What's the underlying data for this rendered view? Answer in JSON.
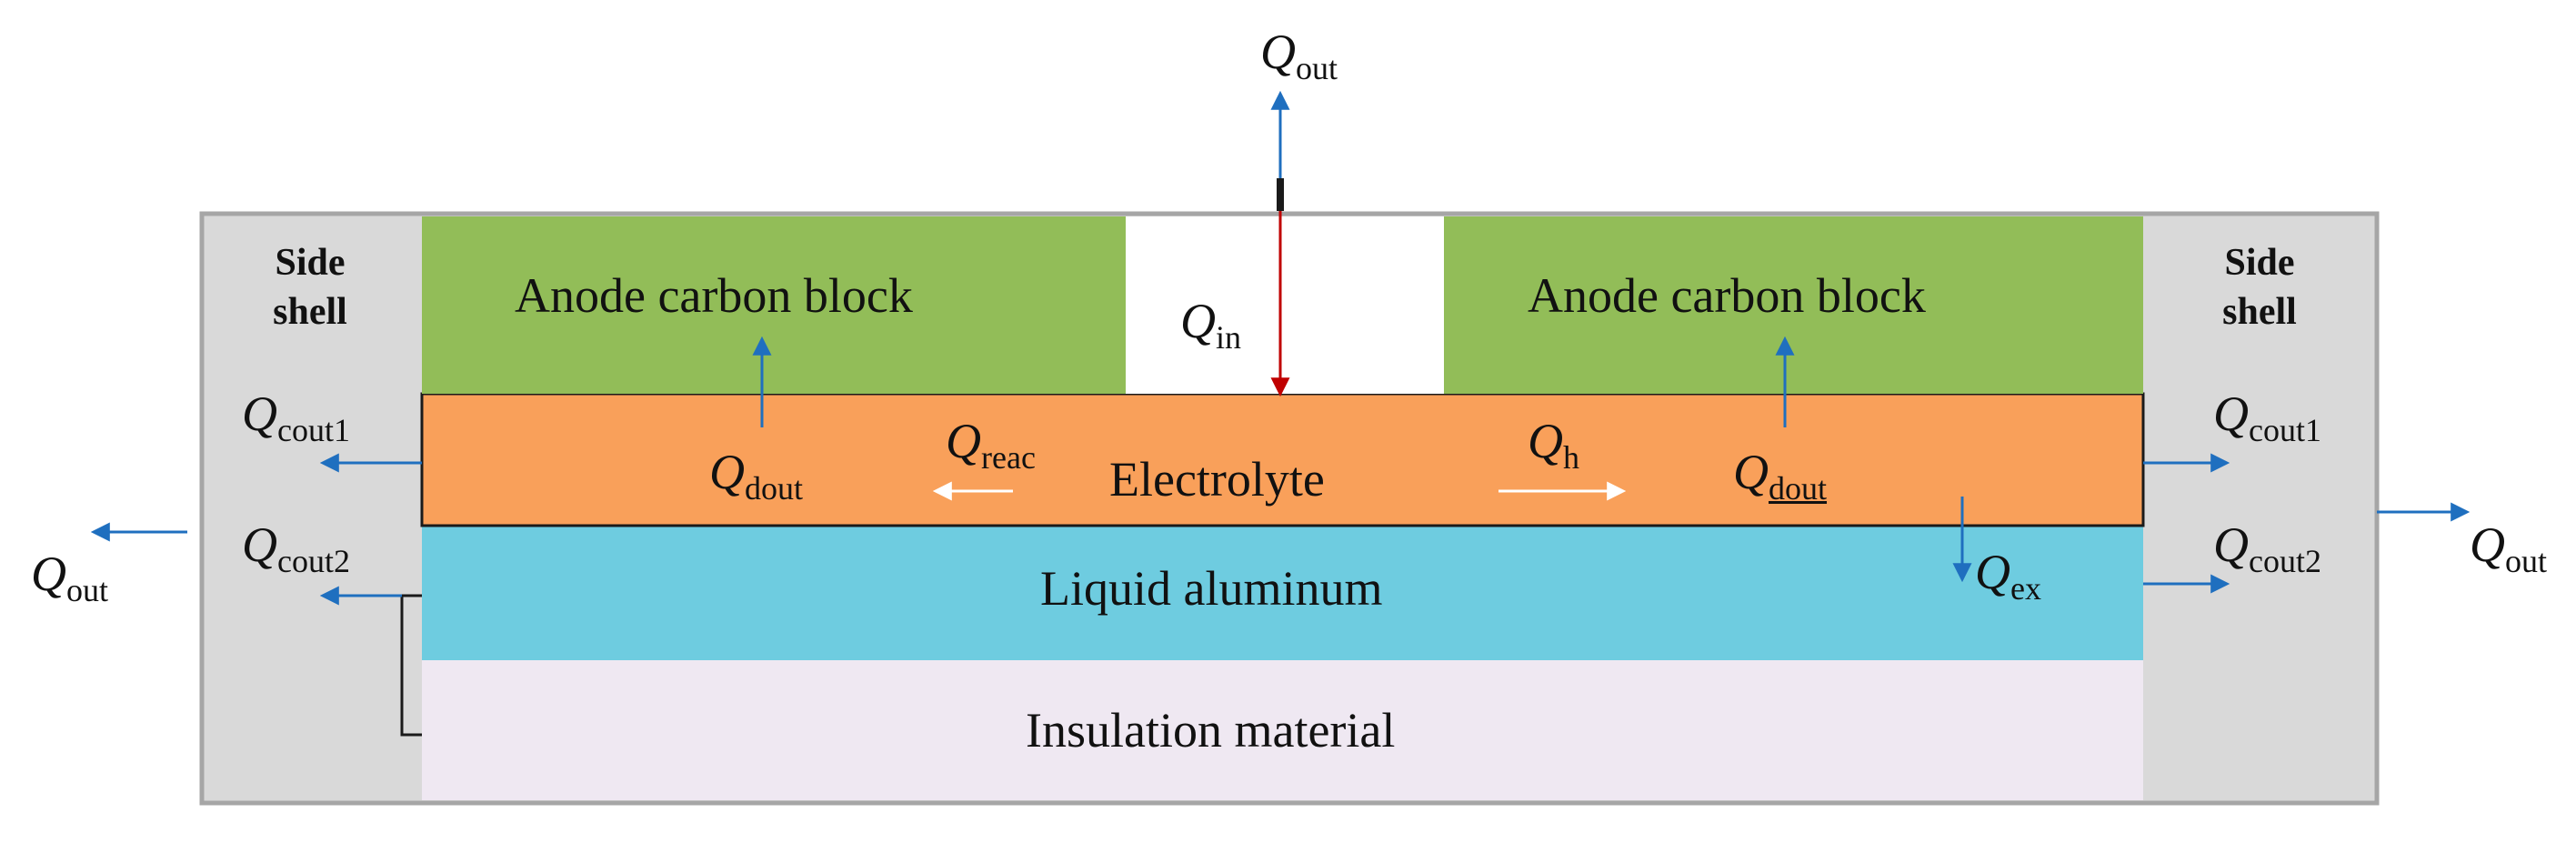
{
  "colors": {
    "outer_fill": "#d9d9d9",
    "outer_border": "#a6a6a6",
    "anode": "#92bd58",
    "electrolyte": "#f9a05a",
    "aluminum": "#6ecce0",
    "insulation": "#efe8f2",
    "gap": "#ffffff",
    "arrow_blue": "#1f6fbf",
    "arrow_red": "#c00000",
    "arrow_white": "#ffffff"
  },
  "regions": {
    "side_shell_left": {
      "line1": "Side",
      "line2": "shell"
    },
    "side_shell_right": {
      "line1": "Side",
      "line2": "shell"
    },
    "anode_left": "Anode carbon block",
    "anode_right": "Anode carbon block",
    "electrolyte": "Electrolyte",
    "aluminum": "Liquid aluminum",
    "insulation": "Insulation material"
  },
  "heat_flows": {
    "q_out_top": {
      "symbol": "Q",
      "sub": "out"
    },
    "q_in": {
      "symbol": "Q",
      "sub": "in"
    },
    "q_cout1_left": {
      "symbol": "Q",
      "sub": "cout1"
    },
    "q_cout2_left": {
      "symbol": "Q",
      "sub": "cout2"
    },
    "q_out_left": {
      "symbol": "Q",
      "sub": "out"
    },
    "q_dout_left": {
      "symbol": "Q",
      "sub": "dout"
    },
    "q_reac": {
      "symbol": "Q",
      "sub": "reac"
    },
    "q_h": {
      "symbol": "Q",
      "sub": "h"
    },
    "q_dout_right": {
      "symbol": "Q",
      "sub": "dout"
    },
    "q_ex": {
      "symbol": "Q",
      "sub": "ex"
    },
    "q_cout1_right": {
      "symbol": "Q",
      "sub": "cout1"
    },
    "q_cout2_right": {
      "symbol": "Q",
      "sub": "cout2"
    },
    "q_out_right": {
      "symbol": "Q",
      "sub": "out"
    }
  }
}
